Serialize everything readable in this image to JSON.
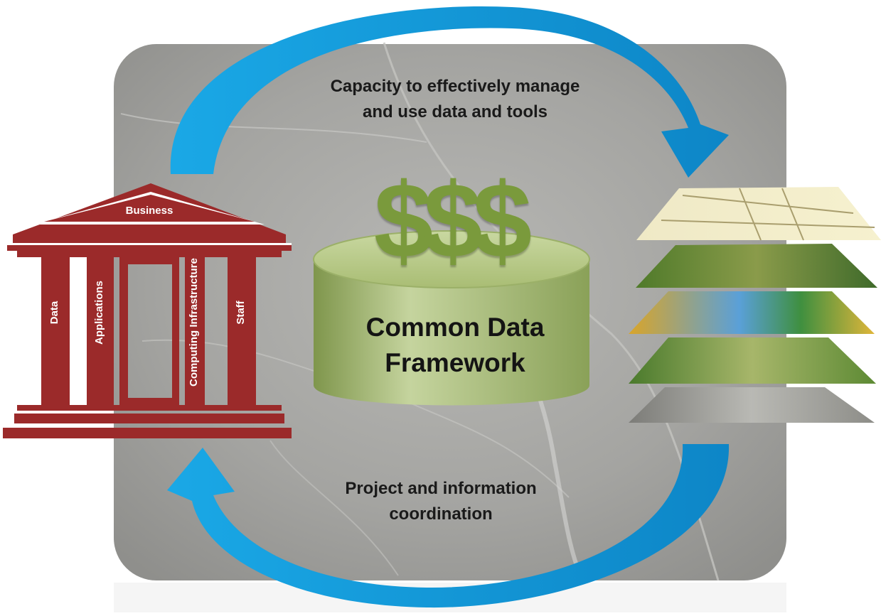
{
  "diagram": {
    "top_caption": "Capacity to effectively manage and use data and tools",
    "bottom_caption": "Project and information coordination",
    "database": {
      "symbol": "$$$",
      "label": "Common Data Framework"
    },
    "institution": {
      "pediment": "Business",
      "pillars": [
        "Data",
        "Applications",
        "Computing Infrastructure",
        "Staff"
      ]
    },
    "colors": {
      "arrow": "#1aa3e0",
      "temple": "#9b2a2a",
      "database": "#8fa85a",
      "dollar": "#7a9a3c",
      "map_panel": "#a7a7a4"
    },
    "icons": {
      "cycle": "circular-arrows-icon",
      "institution": "temple-icon",
      "database": "database-cylinder-icon",
      "layers": "gis-layers-icon"
    }
  }
}
